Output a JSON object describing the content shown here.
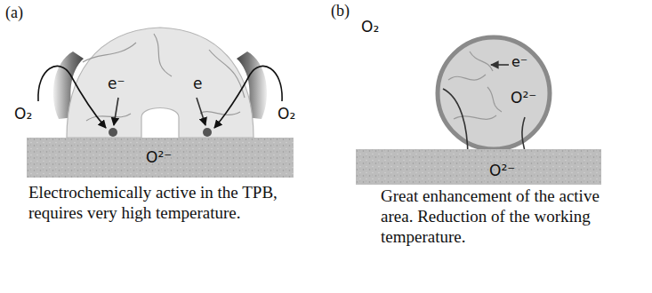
{
  "diagram": {
    "nodes": [
      {
        "text": [
          "e⁻",
          "e"
        ]
      },
      {
        "text": [
          "O²⁻"
        ]
      },
      {
        "text": [
          "e⁻",
          "O²⁻"
        ]
      },
      {
        "text": [
          "O²⁻"
        ]
      }
    ],
    "labels": [
      "(a)",
      "O₂",
      "O₂",
      "Electrochemically active in the TPB, requires very high temperature.",
      "(b)",
      "O₂",
      "Great enhancement of the active area. Reduction of the working temperature."
    ]
  }
}
